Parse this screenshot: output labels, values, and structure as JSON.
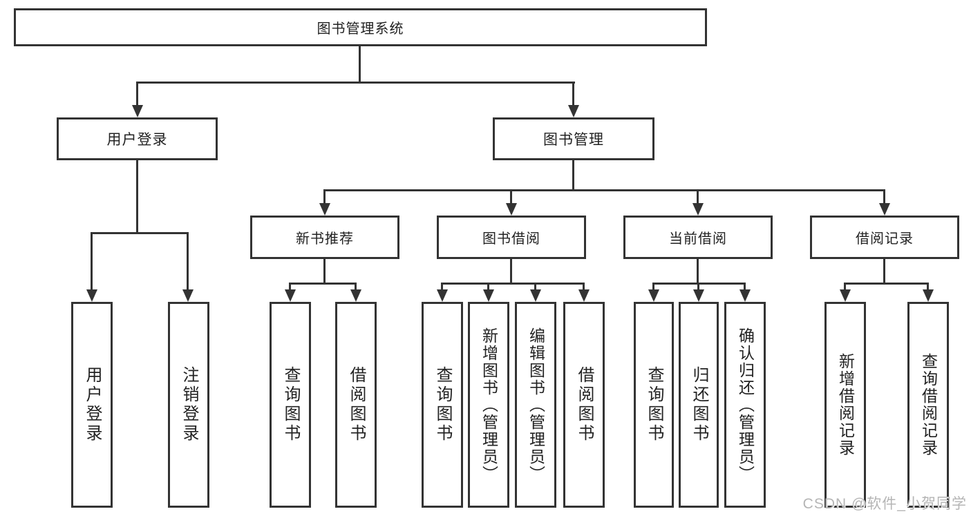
{
  "diagram": {
    "root": {
      "label": "图书管理系统"
    },
    "level2": [
      {
        "id": "user-login",
        "label": "用户登录"
      },
      {
        "id": "book-management",
        "label": "图书管理"
      }
    ],
    "level3": [
      {
        "id": "new-book-recommendation",
        "label": "新书推荐",
        "parent": "图书管理"
      },
      {
        "id": "book-borrowing",
        "label": "图书借阅",
        "parent": "图书管理"
      },
      {
        "id": "current-borrowing",
        "label": "当前借阅",
        "parent": "图书管理"
      },
      {
        "id": "borrowing-records",
        "label": "借阅记录",
        "parent": "图书管理"
      }
    ],
    "leaves": [
      {
        "id": "user-login-leaf",
        "label": "用户登录",
        "parent": "用户登录"
      },
      {
        "id": "logout",
        "label": "注销登录",
        "parent": "用户登录"
      },
      {
        "id": "query-books-1",
        "label": "查询图书",
        "parent": "新书推荐"
      },
      {
        "id": "borrow-books-1",
        "label": "借阅图书",
        "parent": "新书推荐"
      },
      {
        "id": "query-books-2",
        "label": "查询图书",
        "parent": "图书借阅"
      },
      {
        "id": "add-book-admin",
        "label": "新增图书（管理员）",
        "parent": "图书借阅"
      },
      {
        "id": "edit-book-admin",
        "label": "编辑图书（管理员）",
        "parent": "图书借阅"
      },
      {
        "id": "borrow-books-2",
        "label": "借阅图书",
        "parent": "图书借阅"
      },
      {
        "id": "query-books-3",
        "label": "查询图书",
        "parent": "当前借阅"
      },
      {
        "id": "return-books",
        "label": "归还图书",
        "parent": "当前借阅"
      },
      {
        "id": "confirm-return-admin",
        "label": "确认归还（管理员）",
        "parent": "当前借阅"
      },
      {
        "id": "add-borrow-record",
        "label": "新增借阅记录",
        "parent": "借阅记录"
      },
      {
        "id": "query-borrow-record",
        "label": "查询借阅记录",
        "parent": "借阅记录"
      }
    ]
  },
  "watermark": {
    "text": "CSDN @软件_小贺同学"
  },
  "colors": {
    "line": "#333333",
    "box_border": "#333333",
    "box_fill": "#ffffff",
    "text": "#222222",
    "watermark": "#b5b5b5"
  }
}
